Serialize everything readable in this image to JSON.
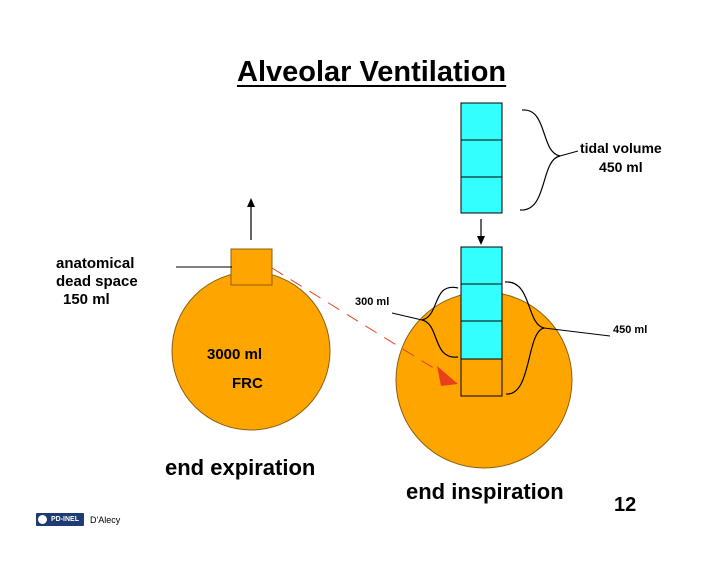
{
  "title": "Alveolar Ventilation",
  "labels": {
    "tidal_volume_line1": "tidal volume",
    "tidal_volume_line2": "450 ml",
    "dead_space_line1": "anatomical",
    "dead_space_line2": "dead space",
    "dead_space_line3": "150 ml",
    "frc_volume": "3000 ml",
    "frc": "FRC",
    "fresh_air_300": "300 ml",
    "total_450": "450 ml",
    "end_expiration": "end expiration",
    "end_inspiration": "end inspiration"
  },
  "page_number": "12",
  "footer": {
    "logo_text": "PD-INEL",
    "author": "D'Alecy"
  },
  "colors": {
    "lung": "#FFA500",
    "air": "#33FFFF",
    "outline": "#8A6010",
    "arrow": "#E8401C"
  }
}
